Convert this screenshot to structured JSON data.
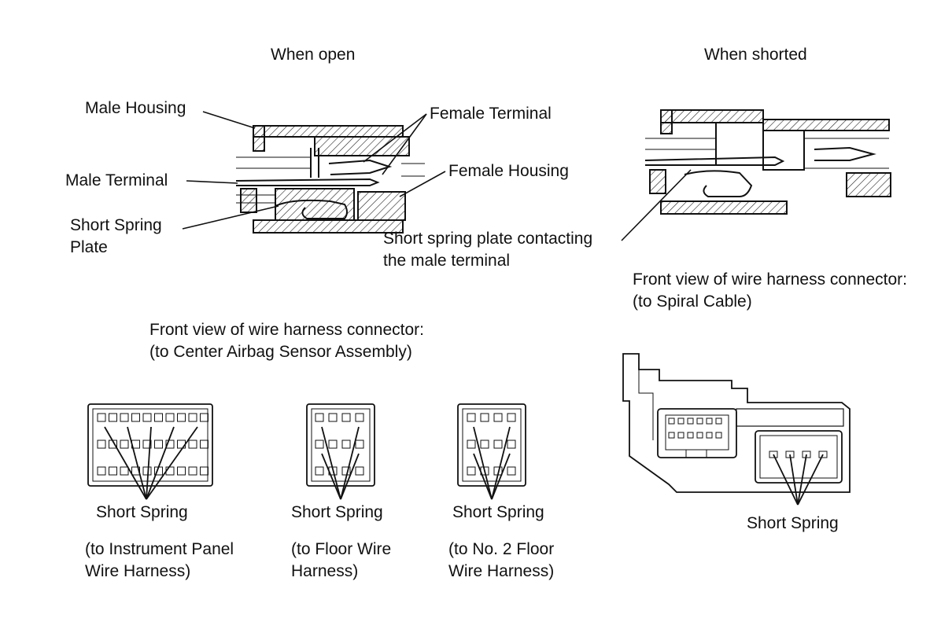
{
  "top": {
    "open_title": "When open",
    "shorted_title": "When shorted",
    "labels": {
      "male_housing": "Male Housing",
      "female_terminal": "Female Terminal",
      "female_housing": "Female Housing",
      "male_terminal": "Male Terminal",
      "short_spring_plate_line1": "Short Spring",
      "short_spring_plate_line2": "Plate",
      "contacting_line1": "Short spring plate contacting",
      "contacting_line2": "the male terminal"
    }
  },
  "spiral": {
    "heading_line1": "Front view of wire harness connector:",
    "heading_line2": "(to Spiral Cable)",
    "short_spring": "Short Spring"
  },
  "center": {
    "heading_line1": "Front view of wire harness connector:",
    "heading_line2": "(to Center Airbag Sensor Assembly)",
    "connectors": [
      {
        "short_spring": "Short Spring",
        "desc_line1": "(to Instrument Panel",
        "desc_line2": "Wire Harness)"
      },
      {
        "short_spring": "Short Spring",
        "desc_line1": "(to Floor Wire",
        "desc_line2": "Harness)"
      },
      {
        "short_spring": "Short Spring",
        "desc_line1": "(to No. 2 Floor",
        "desc_line2": "Wire Harness)"
      }
    ]
  }
}
